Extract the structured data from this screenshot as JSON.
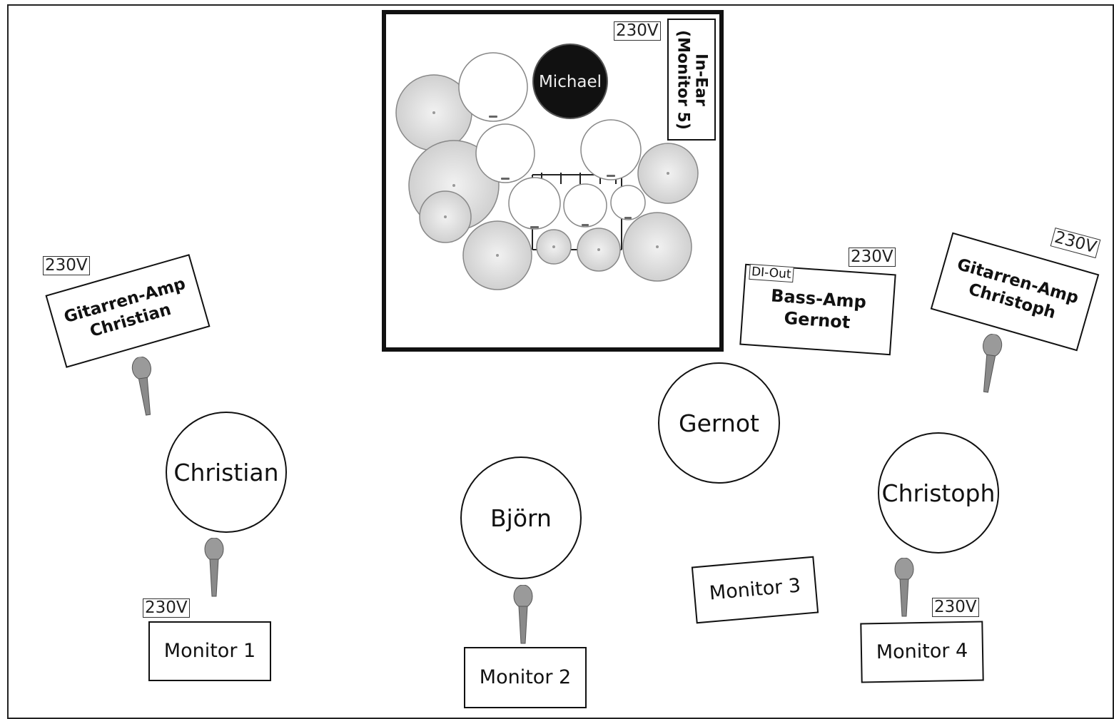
{
  "voltage_label": "230V",
  "drum_riser": {
    "drummer_name": "Michael",
    "in_ear_label": "In-Ear\n(Monitor 5)"
  },
  "musicians": {
    "christian": "Christian",
    "bjorn": "Björn",
    "gernot": "Gernot",
    "christoph": "Christoph"
  },
  "amps": {
    "christian": "Gitarren-Amp\nChristian",
    "gernot": "Bass-Amp\nGernot",
    "christoph": "Gitarren-Amp\nChristoph",
    "di_out": "DI-Out"
  },
  "monitors": {
    "m1": "Monitor 1",
    "m2": "Monitor 2",
    "m3": "Monitor 3",
    "m4": "Monitor 4"
  },
  "icons": [
    "microphone-icon",
    "drum-icon",
    "cymbal-icon"
  ]
}
